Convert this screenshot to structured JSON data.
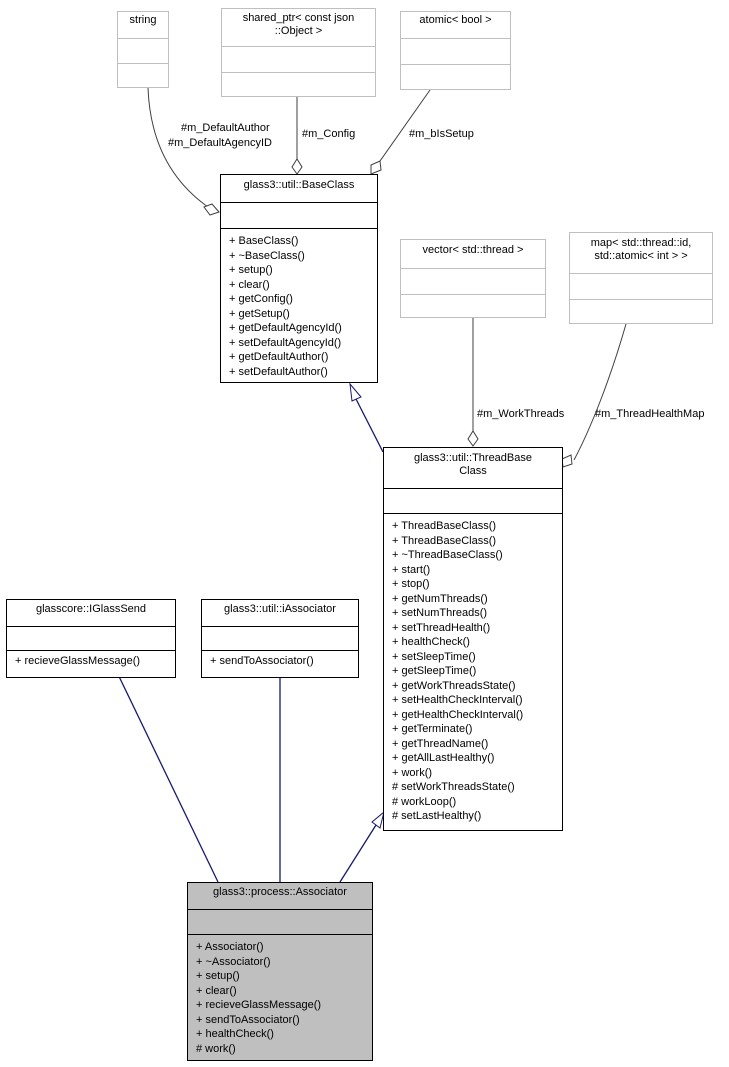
{
  "colors": {
    "inherit_edge": "#191970",
    "usage_edge": "#404040",
    "gray_border": "#bfbfbf",
    "selected_fill": "#bfbfbf"
  },
  "nodes": {
    "string": {
      "title": [
        "string"
      ]
    },
    "shared_ptr": {
      "title": [
        "shared_ptr< const json",
        "::Object >"
      ]
    },
    "atomic_bool": {
      "title": [
        "atomic< bool >"
      ]
    },
    "base_class": {
      "title": [
        "glass3::util::BaseClass"
      ],
      "members": [
        "+ BaseClass()",
        "+ ~BaseClass()",
        "+ setup()",
        "+ clear()",
        "+ getConfig()",
        "+ getSetup()",
        "+ getDefaultAgencyId()",
        "+ setDefaultAgencyId()",
        "+ getDefaultAuthor()",
        "+ setDefaultAuthor()"
      ]
    },
    "vector_thread": {
      "title": [
        "vector< std::thread >"
      ]
    },
    "map_thread": {
      "title": [
        "map< std::thread::id,",
        "std::atomic< int > >"
      ]
    },
    "thread_base_class": {
      "title": [
        "glass3::util::ThreadBase",
        "Class"
      ],
      "members": [
        "+ ThreadBaseClass()",
        "+ ThreadBaseClass()",
        "+ ~ThreadBaseClass()",
        "+ start()",
        "+ stop()",
        "+ getNumThreads()",
        "+ setNumThreads()",
        "+ setThreadHealth()",
        "+ healthCheck()",
        "+ setSleepTime()",
        "+ getSleepTime()",
        "+ getWorkThreadsState()",
        "+ setHealthCheckInterval()",
        "+ getHealthCheckInterval()",
        "+ getTerminate()",
        "+ getThreadName()",
        "+ getAllLastHealthy()",
        "+ work()",
        "# setWorkThreadsState()",
        "# workLoop()",
        "# setLastHealthy()"
      ]
    },
    "iglass_send": {
      "title": [
        "glasscore::IGlassSend"
      ],
      "members": [
        "+ recieveGlassMessage()"
      ]
    },
    "iassociator": {
      "title": [
        "glass3::util::iAssociator"
      ],
      "members": [
        "+ sendToAssociator()"
      ]
    },
    "associator": {
      "title": [
        "glass3::process::Associator"
      ],
      "members": [
        "+ Associator()",
        "+ ~Associator()",
        "+ setup()",
        "+ clear()",
        "+ recieveGlassMessage()",
        "+ sendToAssociator()",
        "+ healthCheck()",
        "# work()"
      ]
    }
  },
  "edge_labels": {
    "default_author": "#m_DefaultAuthor",
    "default_agency": "#m_DefaultAgencyID",
    "config": "#m_Config",
    "is_setup": "#m_bIsSetup",
    "work_threads": "#m_WorkThreads",
    "thread_health_map": "#m_ThreadHealthMap"
  }
}
